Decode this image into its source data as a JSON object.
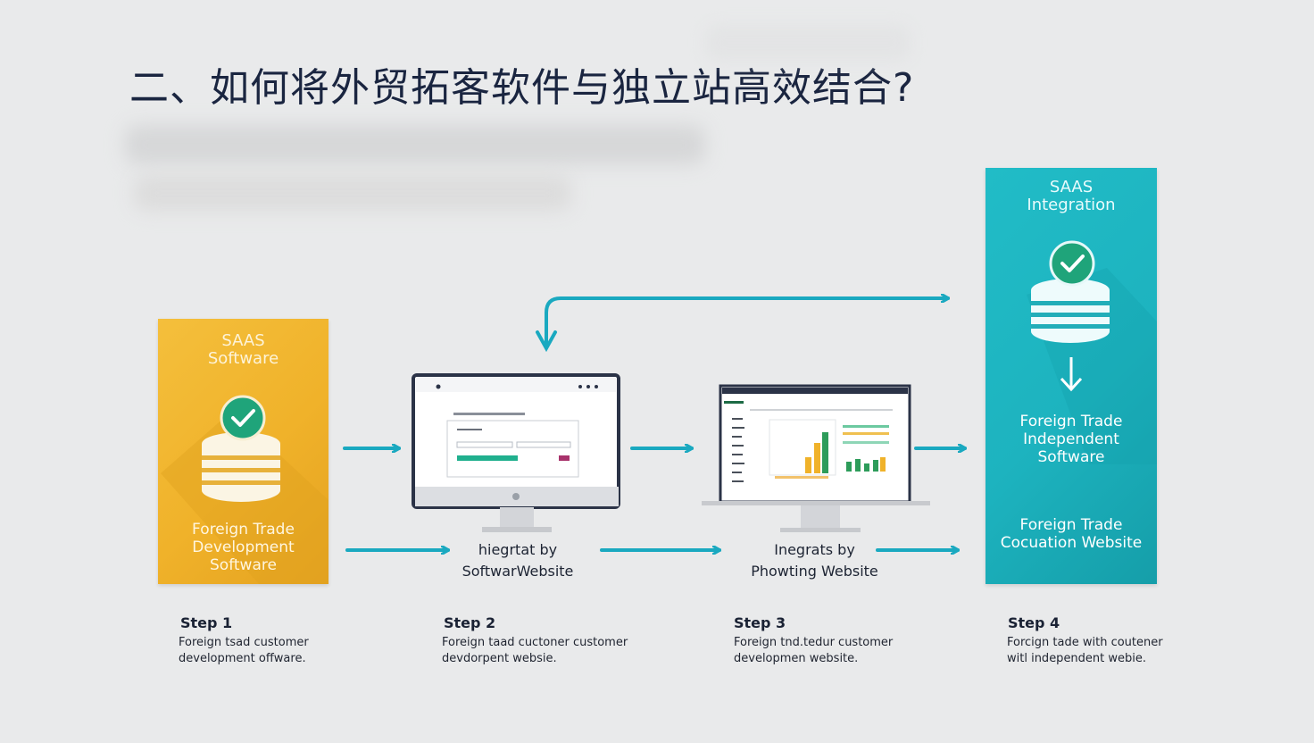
{
  "title": "二、如何将外贸拓客软件与独立站高效结合?",
  "cards": {
    "saas_software": {
      "title": "SAAS\nSoftware",
      "subtitle": "Foreign Trade\nDevelopment\nSoftware",
      "color": "#f2b730"
    },
    "saas_integration": {
      "title": "SAAS\nIntegration",
      "middle": "Foreign Trade\nIndependent\nSoftware",
      "bottom": "Foreign Trade\nCocuation Website",
      "color": "#1db6c1"
    }
  },
  "flow_labels": {
    "label_1": "hiegrtat by\nSoftwarWebsite",
    "label_2": "Inegrats by\nPhowting Website"
  },
  "steps": [
    {
      "label": "Step 1",
      "desc": "Foreign tsad customer\ndevelopment offware."
    },
    {
      "label": "Step 2",
      "desc": "Foreign taad cuctoner customer\ndevdorpent websie."
    },
    {
      "label": "Step 3",
      "desc": "Foreign tnd.tedur customer\ndevelopmen website."
    },
    {
      "label": "Step 4",
      "desc": "Forcign tade with coutener\nwitl independent webie."
    }
  ],
  "colors": {
    "arrow": "#1aa9c0",
    "navy": "#1a2540",
    "check": "#1fa47a"
  }
}
